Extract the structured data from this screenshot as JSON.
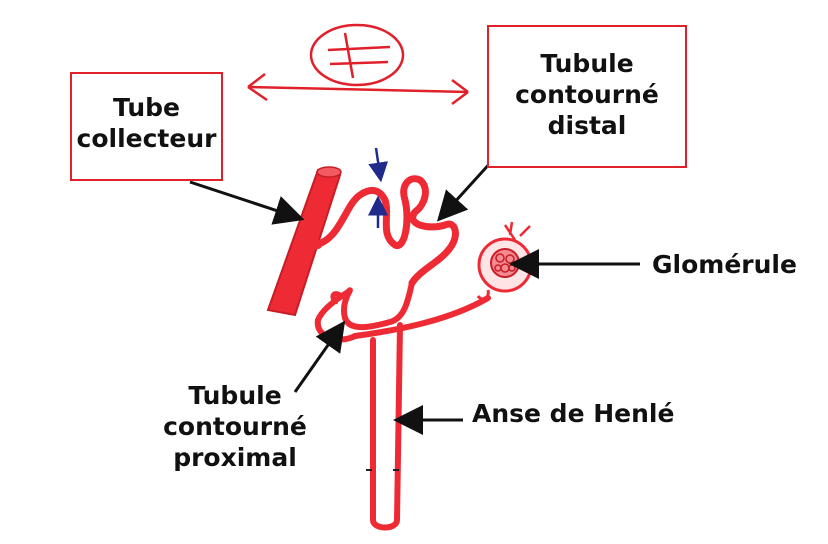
{
  "labels": {
    "tube_collecteur": [
      "Tube",
      "collecteur"
    ],
    "tubule_distal": [
      "Tubule",
      "contourné",
      "distal"
    ],
    "glomerule": "Glomérule",
    "tubule_proximal": [
      "Tubule",
      "contourné",
      "proximal"
    ],
    "anse_henle": "Anse de Henlé"
  },
  "colors": {
    "nephron": "#ee2b35",
    "box_border": "#e0202a",
    "arrow": "#111111",
    "flow_arrow": "#1f2a8a",
    "annotation": "#e0202a"
  }
}
